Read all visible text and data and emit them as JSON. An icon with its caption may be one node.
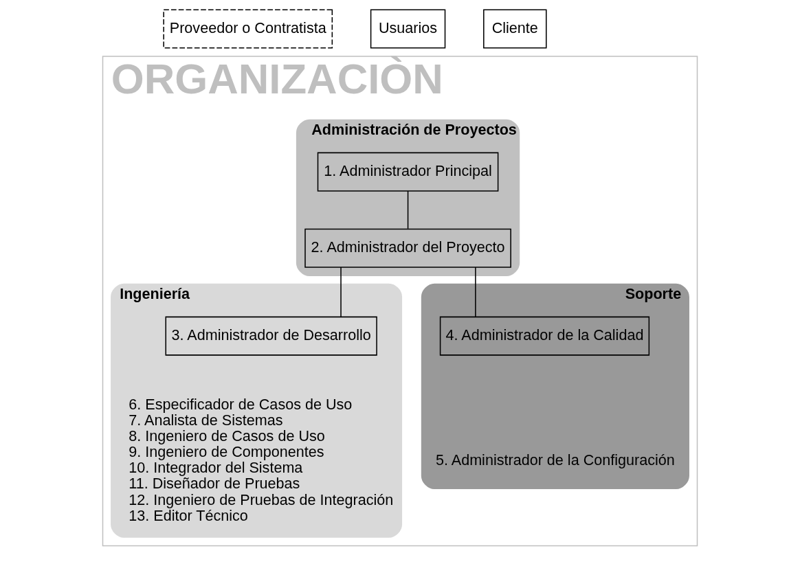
{
  "diagram": {
    "nodes": [
      {
        "text": [
          "Proveedor o Contratista"
        ]
      },
      {
        "text": [
          "Usuarios"
        ]
      },
      {
        "text": [
          "Cliente"
        ]
      },
      {
        "text": [
          "ORGANIZACIÒN"
        ]
      },
      {
        "text": [
          "Administración de Proyectos"
        ],
        "in": 3
      },
      {
        "text": [
          "1. Administrador Principal"
        ],
        "in": 4
      },
      {
        "text": [
          "2. Administrador del Proyecto"
        ],
        "in": 4
      },
      {
        "text": [
          "Ingeniería"
        ],
        "in": 3
      },
      {
        "text": [
          "3. Administrador de Desarrollo"
        ],
        "in": 7
      },
      {
        "text": [
          "Soporte"
        ],
        "in": 3
      },
      {
        "text": [
          "4. Administrador de la Calidad"
        ],
        "in": 9
      }
    ],
    "edges": [
      {
        "from": 5,
        "to": 6,
        "arrow": "none"
      },
      {
        "from": 6,
        "to": 8,
        "arrow": "none"
      },
      {
        "from": 6,
        "to": 10,
        "arrow": "none"
      }
    ],
    "labels": [
      "6. Especificador de Casos de Uso",
      "7. Analista de Sistemas",
      "8. Ingeniero de Casos de Uso",
      "9. Ingeniero de Componentes",
      "10. Integrador del Sistema",
      "11. Diseñador de Pruebas",
      "12. Ingeniero de Pruebas de Integración",
      "13. Editor Técnico",
      "5. Administrador de la Configuración"
    ]
  }
}
